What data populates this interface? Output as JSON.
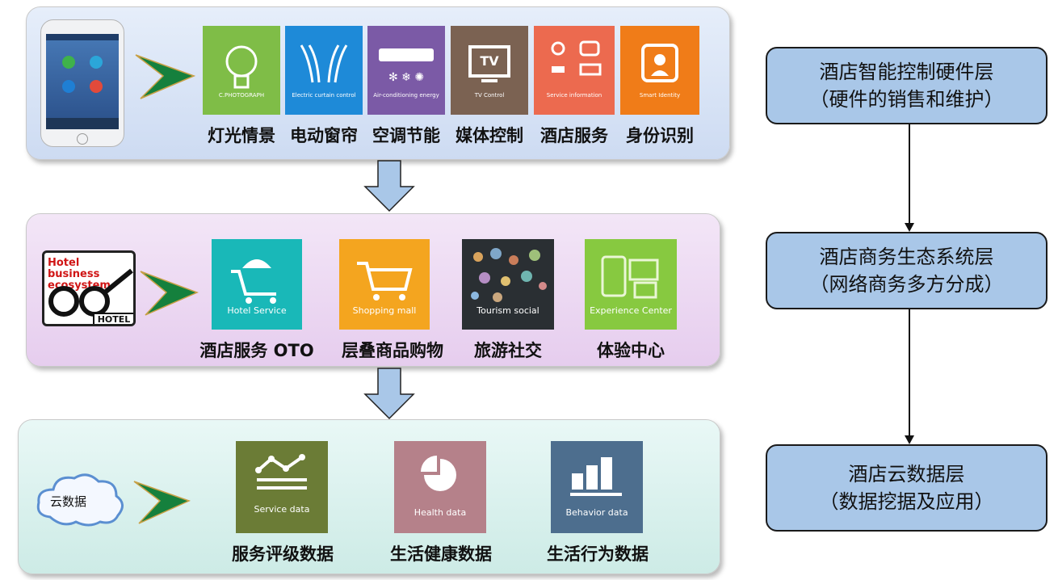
{
  "layer1": {
    "tiles": [
      {
        "name": "C.PHOTOGRAPH",
        "label": "灯光情景",
        "color": "#7fbd47"
      },
      {
        "name": "Electric curtain control",
        "label": "电动窗帘",
        "color": "#1e8ad8"
      },
      {
        "name": "Air-conditioning energy",
        "label": "空调节能",
        "color": "#7b5aa6"
      },
      {
        "name": "TV Control",
        "label": "媒体控制",
        "color": "#7b6252"
      },
      {
        "name": "Service information",
        "label": "酒店服务",
        "color": "#ec6a4f"
      },
      {
        "name": "Smart Identity",
        "label": "身份识别",
        "color": "#f07c18"
      }
    ],
    "icon_text_tv": "TV"
  },
  "layer2": {
    "logo_text": "Hotel business ecosystem",
    "logo_hotel": "HOTEL",
    "tiles": [
      {
        "name": "Hotel Service",
        "label": "酒店服务 OTO",
        "color": "#19b8b8"
      },
      {
        "name": "Shopping mall",
        "label": "层叠商品购物",
        "color": "#f4a51f"
      },
      {
        "name": "Tourism social",
        "label": "旅游社交",
        "color": "#2a2f33"
      },
      {
        "name": "Experience Center",
        "label": "体验中心",
        "color": "#87c940"
      }
    ]
  },
  "layer3": {
    "cloud_label": "云数据",
    "tiles": [
      {
        "name": "Service data",
        "label": "服务评级数据",
        "color": "#6b7c36"
      },
      {
        "name": "Health data",
        "label": "生活健康数据",
        "color": "#b5818a"
      },
      {
        "name": "Behavior data",
        "label": "生活行为数据",
        "color": "#4d6e8e"
      }
    ]
  },
  "right": {
    "boxes": [
      {
        "line1": "酒店智能控制硬件层",
        "line2": "（硬件的销售和维护）"
      },
      {
        "line1": "酒店商务生态系统层",
        "line2": "（网络商务多方分成）"
      },
      {
        "line1": "酒店云数据层",
        "line2": "（数据挖据及应用）"
      }
    ]
  },
  "colors": {
    "box_fill": "#a9c7e8",
    "arrow_fill": "#a9c7e8"
  }
}
